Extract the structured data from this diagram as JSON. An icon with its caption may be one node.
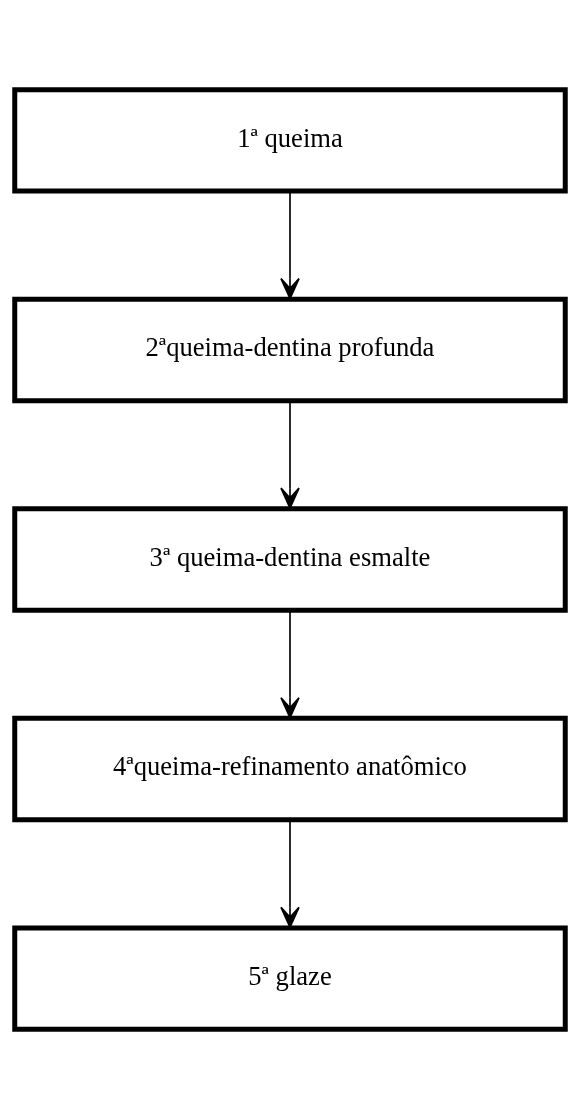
{
  "diagram": {
    "nodes": [
      {
        "text": [
          "1ª queima"
        ]
      },
      {
        "text": [
          "2ªqueima-dentina profunda"
        ]
      },
      {
        "text": [
          "3ª queima-dentina esmalte"
        ]
      },
      {
        "text": [
          "4ªqueima-refinamento anatômico"
        ]
      },
      {
        "text": [
          "5ª glaze"
        ]
      }
    ],
    "edges": [
      {
        "from": 0,
        "to": 1,
        "arrow": "to"
      },
      {
        "from": 1,
        "to": 2,
        "arrow": "to"
      },
      {
        "from": 2,
        "to": 3,
        "arrow": "to"
      },
      {
        "from": 3,
        "to": 4,
        "arrow": "to"
      }
    ]
  }
}
